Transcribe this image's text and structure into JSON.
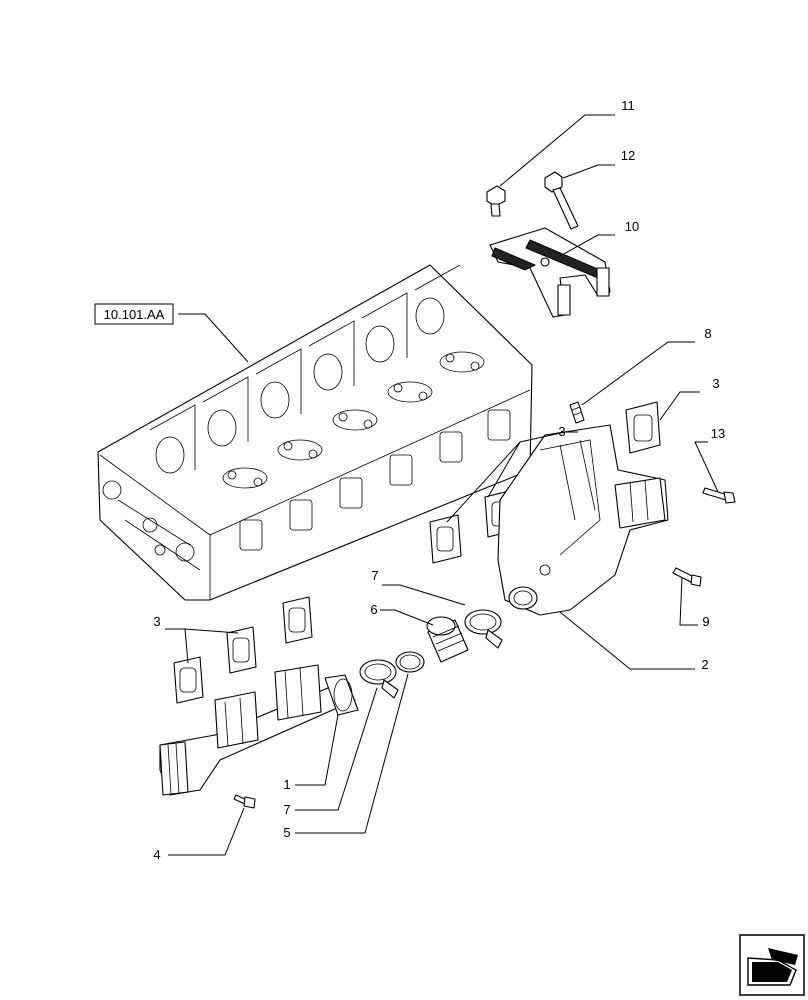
{
  "reference": {
    "label": "10.101.AA"
  },
  "callouts": [
    {
      "id": "c11",
      "text": "11"
    },
    {
      "id": "c12",
      "text": "12"
    },
    {
      "id": "c10",
      "text": "10"
    },
    {
      "id": "c8",
      "text": "8"
    },
    {
      "id": "c3a",
      "text": "3"
    },
    {
      "id": "c3b",
      "text": "3"
    },
    {
      "id": "c13",
      "text": "13"
    },
    {
      "id": "c7a",
      "text": "7"
    },
    {
      "id": "c6",
      "text": "6"
    },
    {
      "id": "c3c",
      "text": "3"
    },
    {
      "id": "c9",
      "text": "9"
    },
    {
      "id": "c2",
      "text": "2"
    },
    {
      "id": "c1",
      "text": "1"
    },
    {
      "id": "c7b",
      "text": "7"
    },
    {
      "id": "c5",
      "text": "5"
    },
    {
      "id": "c4",
      "text": "4"
    }
  ],
  "nav_icon": "next-page-arrow-icon"
}
